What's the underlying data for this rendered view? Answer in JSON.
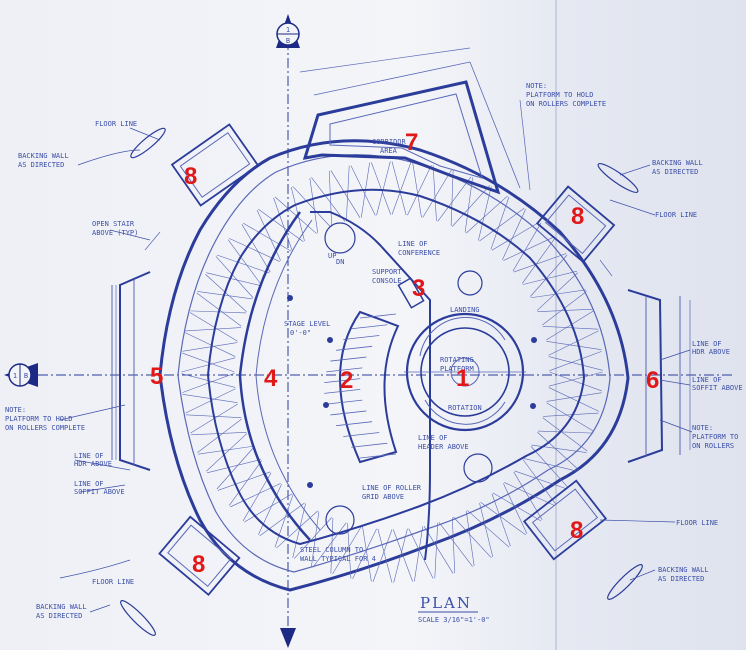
{
  "drawing": {
    "title": "PLAN",
    "scale": "SCALE 3/16\"=1'-0\"",
    "colors": {
      "ink": "#2b3c9a",
      "marker": "#e01818",
      "paper": "#eef0f6"
    },
    "section_markers": {
      "top": "1\nB",
      "left": "1\nB"
    },
    "numbers": [
      "1",
      "2",
      "3",
      "4",
      "5",
      "6",
      "7",
      "8",
      "8",
      "8",
      "8"
    ],
    "notes": {
      "floor_line_tl": "FLOOR LINE",
      "backing_wall_tl_1": "BACKING WALL",
      "backing_wall_tl_2": "AS DIRECTED",
      "open_stair": "OPEN STAIR",
      "open_stair_2": "ABOVE (TYP)",
      "note_left_1": "NOTE:",
      "note_left_2": "PLATFORM TO HOLD",
      "note_left_3": "ON ROLLERS COMPLETE",
      "line_hdr_left": "LINE OF",
      "line_hdr_left_2": "HDR ABOVE",
      "line_soffit_left": "LINE OF",
      "line_soffit_left_2": "SOFFIT ABOVE",
      "floor_line_bl": "FLOOR LINE",
      "backing_wall_bl_1": "BACKING WALL",
      "backing_wall_bl_2": "AS DIRECTED",
      "steel_columns": "STEEL COLUMN TO",
      "steel_columns_2": "WALL TYPICAL FOR 4",
      "line_roller": "LINE OF ROLLER",
      "line_roller_2": "GRID ABOVE",
      "note_top_1": "NOTE:",
      "note_top_2": "PLATFORM TO HOLD",
      "note_top_3": "ON ROLLERS COMPLETE",
      "backing_wall_tr_1": "BACKING WALL",
      "backing_wall_tr_2": "AS DIRECTED",
      "floor_line_tr": "FLOOR LINE",
      "line_hdr_right": "LINE OF",
      "line_hdr_right_2": "HDR ABOVE",
      "line_soffit_right": "LINE OF",
      "line_soffit_right_2": "SOFFIT ABOVE",
      "note_right_1": "NOTE:",
      "note_right_2": "PLATFORM TO",
      "note_right_3": "ON ROLLERS",
      "floor_line_br": "FLOOR LINE",
      "backing_wall_br_1": "BACKING WALL",
      "backing_wall_br_2": "AS DIRECTED",
      "rotating_platform": "ROTATING",
      "rotating_platform_2": "PLATFORM",
      "rotation_2": "ROTATION",
      "landing": "LANDING",
      "stage_level": "STAGE LEVEL",
      "stage_level_2": "0'-0\"",
      "support_console": "SUPPORT",
      "support_console_2": "CONSOLE",
      "line_conference": "LINE OF",
      "line_conference_2": "CONFERENCE",
      "line_header_above": "LINE OF",
      "line_header_above_2": "HEADER ABOVE",
      "corridor_area": "CORRIDOR",
      "corridor_area_2": "AREA",
      "up": "UP",
      "dn": "DN"
    }
  }
}
